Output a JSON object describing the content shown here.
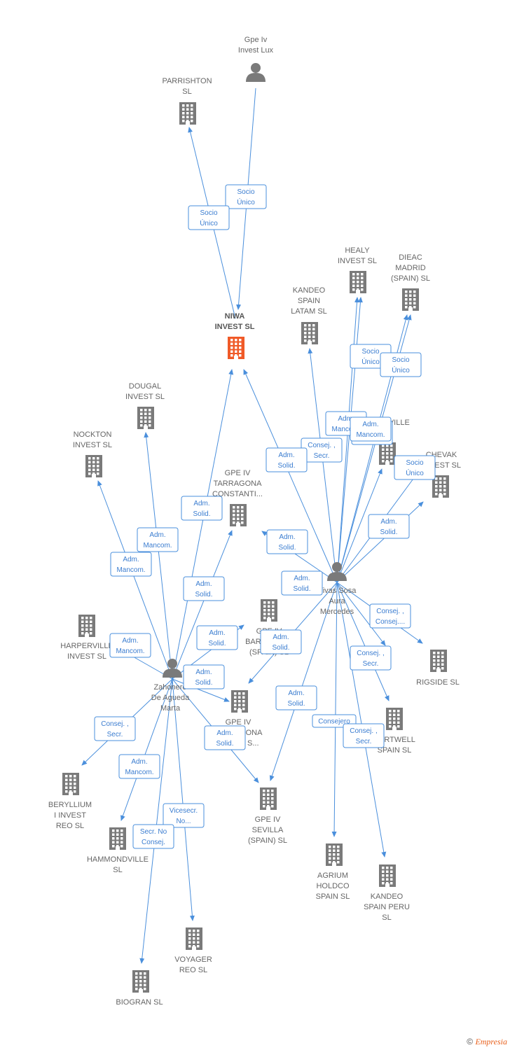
{
  "colors": {
    "edge": "#4a8fdc",
    "building": "#7a7a7a",
    "focus_building": "#f05a28",
    "person": "#7a7a7a"
  },
  "footer": {
    "copyright": "©",
    "brand": "Empresia"
  },
  "nodes": [
    {
      "id": "gpe_lux",
      "type": "person",
      "label": [
        "Gpe Iv",
        "Invest Lux"
      ]
    },
    {
      "id": "parrishton",
      "type": "company",
      "label": [
        "PARRISHTON",
        "SL"
      ]
    },
    {
      "id": "niwa",
      "type": "company",
      "focus": true,
      "label": [
        "NIWA",
        "INVEST  SL"
      ]
    },
    {
      "id": "healy",
      "type": "company",
      "label": [
        "HEALY",
        "INVEST  SL"
      ]
    },
    {
      "id": "dieac",
      "type": "company",
      "label": [
        "DIEAC",
        "MADRID",
        "(SPAIN)  SL"
      ]
    },
    {
      "id": "kandeo_latam",
      "type": "company",
      "label": [
        "KANDEO",
        "SPAIN",
        "LATAM  SL"
      ]
    },
    {
      "id": "dougal",
      "type": "company",
      "label": [
        "DOUGAL",
        "INVEST  SL"
      ]
    },
    {
      "id": "nockton",
      "type": "company",
      "label": [
        "NOCKTON",
        "INVEST  SL"
      ]
    },
    {
      "id": "ennisville",
      "type": "company",
      "label": [
        "ENNISVILLE",
        "SL"
      ]
    },
    {
      "id": "chevak",
      "type": "company",
      "label": [
        "CHEVAK",
        "INVEST  SL"
      ]
    },
    {
      "id": "gpe_tarragona_c",
      "type": "company",
      "label": [
        "GPE IV",
        "TARRAGONA",
        "CONSTANTI..."
      ]
    },
    {
      "id": "vivas",
      "type": "person",
      "label": [
        "Vivas Sosa",
        "Aura",
        "Mercedes"
      ]
    },
    {
      "id": "gpe_barcelona",
      "type": "company",
      "label": [
        "GPE IV",
        "BARCELONA",
        "(SPAIN)  SL"
      ]
    },
    {
      "id": "harperville",
      "type": "company",
      "label": [
        "HARPERVILLE",
        "INVEST  SL"
      ]
    },
    {
      "id": "rigside",
      "type": "company",
      "label": [
        "RIGSIDE  SL"
      ]
    },
    {
      "id": "zahonero",
      "type": "person",
      "label": [
        "Zahonero",
        "De Agueda",
        "Marta"
      ]
    },
    {
      "id": "gpe_tarragona",
      "type": "company",
      "label": [
        "GPE IV",
        "TARRAGONA",
        "(SPAIN)  S..."
      ]
    },
    {
      "id": "hartwell",
      "type": "company",
      "label": [
        "HARTWELL",
        "SPAIN  SL"
      ]
    },
    {
      "id": "beryllium",
      "type": "company",
      "label": [
        "BERYLLIUM",
        "I INVEST",
        "REO  SL"
      ]
    },
    {
      "id": "gpe_sevilla",
      "type": "company",
      "label": [
        "GPE IV",
        "SEVILLA",
        "(SPAIN)  SL"
      ]
    },
    {
      "id": "hammondville",
      "type": "company",
      "label": [
        "HAMMONDVILLE",
        "SL"
      ]
    },
    {
      "id": "agrium",
      "type": "company",
      "label": [
        "AGRIUM",
        "HOLDCO",
        "SPAIN  SL"
      ]
    },
    {
      "id": "kandeo_peru",
      "type": "company",
      "label": [
        "KANDEO",
        "SPAIN PERU",
        "SL"
      ]
    },
    {
      "id": "voyager",
      "type": "company",
      "label": [
        "VOYAGER",
        "REO  SL"
      ]
    },
    {
      "id": "biogran",
      "type": "company",
      "label": [
        "BIOGRAN SL"
      ]
    }
  ],
  "edges": [
    {
      "from": "gpe_lux",
      "to": "niwa",
      "label": [
        "Socio",
        "Único"
      ]
    },
    {
      "from": "niwa",
      "to": "parrishton",
      "label": [
        "Socio",
        "Único"
      ]
    },
    {
      "from": "vivas",
      "to": "healy",
      "label": [
        "Socio",
        "Único"
      ]
    },
    {
      "from": "vivas",
      "to": "dieac",
      "label": [
        "Socio",
        "Único"
      ]
    },
    {
      "from": "vivas",
      "to": "healy",
      "label": [
        "Adm.",
        "Mancom."
      ]
    },
    {
      "from": "vivas",
      "to": "kandeo_latam",
      "label": [
        "Consej. ,",
        "Secr."
      ]
    },
    {
      "from": "vivas",
      "to": "ennisville",
      "label": [
        "Adm.",
        "Mancom."
      ]
    },
    {
      "from": "vivas",
      "to": "chevak",
      "label": [
        "Socio",
        "Único"
      ]
    },
    {
      "from": "vivas",
      "to": "niwa",
      "label": [
        "Adm.",
        "Solid."
      ]
    },
    {
      "from": "vivas",
      "to": "dieac",
      "label": [
        "Adm.",
        "Mancom."
      ]
    },
    {
      "from": "vivas",
      "to": "chevak",
      "label": [
        "Adm.",
        "Solid."
      ]
    },
    {
      "from": "vivas",
      "to": "gpe_tarragona_c",
      "label": [
        "Adm.",
        "Solid."
      ]
    },
    {
      "from": "vivas",
      "to": "gpe_barcelona",
      "label": [
        "Adm.",
        "Solid."
      ]
    },
    {
      "from": "vivas",
      "to": "rigside",
      "label": [
        "Consej. ,",
        "Consej...."
      ]
    },
    {
      "from": "vivas",
      "to": "gpe_tarragona",
      "label": [
        "Adm.",
        "Solid."
      ]
    },
    {
      "from": "vivas",
      "to": "hartwell",
      "label": [
        "Consej. ,",
        "Secr."
      ]
    },
    {
      "from": "vivas",
      "to": "gpe_sevilla",
      "label": [
        "Adm.",
        "Solid."
      ]
    },
    {
      "from": "vivas",
      "to": "agrium",
      "label": [
        "Consejero"
      ]
    },
    {
      "from": "vivas",
      "to": "kandeo_peru",
      "label": [
        "Consej. ,",
        "Secr."
      ]
    },
    {
      "from": "zahonero",
      "to": "niwa",
      "label": [
        "Adm.",
        "Solid."
      ]
    },
    {
      "from": "zahonero",
      "to": "dougal",
      "label": [
        "Adm.",
        "Mancom."
      ]
    },
    {
      "from": "zahonero",
      "to": "nockton",
      "label": [
        "Adm.",
        "Mancom."
      ]
    },
    {
      "from": "zahonero",
      "to": "gpe_tarragona_c",
      "label": [
        "Adm.",
        "Solid."
      ]
    },
    {
      "from": "zahonero",
      "to": "gpe_barcelona",
      "label": [
        "Adm.",
        "Solid."
      ]
    },
    {
      "from": "zahonero",
      "to": "harperville",
      "label": [
        "Adm.",
        "Mancom."
      ]
    },
    {
      "from": "zahonero",
      "to": "gpe_tarragona",
      "label": [
        "Adm.",
        "Solid."
      ]
    },
    {
      "from": "zahonero",
      "to": "beryllium",
      "label": [
        "Consej. ,",
        "Secr."
      ]
    },
    {
      "from": "zahonero",
      "to": "gpe_sevilla",
      "label": [
        "Adm.",
        "Solid."
      ]
    },
    {
      "from": "zahonero",
      "to": "hammondville",
      "label": [
        "Adm.",
        "Mancom."
      ]
    },
    {
      "from": "zahonero",
      "to": "voyager",
      "label": [
        "Vicesecr.",
        "No..."
      ]
    },
    {
      "from": "zahonero",
      "to": "biogran",
      "label": [
        "Secr.  No",
        "Consej."
      ]
    }
  ]
}
